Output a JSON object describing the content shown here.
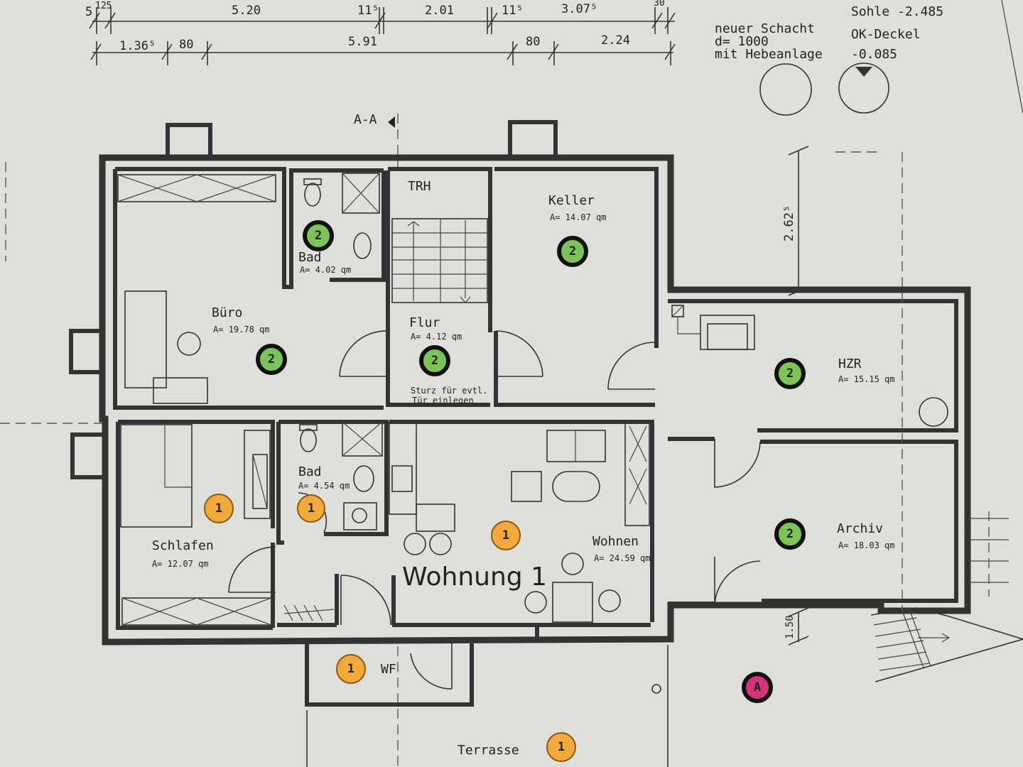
{
  "dimensions": {
    "top_row": [
      {
        "label": "5"
      },
      {
        "label": "125"
      },
      {
        "label": "5.20"
      },
      {
        "label": "11⁵"
      },
      {
        "label": "2.01"
      },
      {
        "label": "11⁵"
      },
      {
        "label": "3.07⁵"
      },
      {
        "label": "30"
      }
    ],
    "second_row": [
      {
        "label": "1.36⁵"
      },
      {
        "label": "80"
      },
      {
        "label": "5.91"
      },
      {
        "label": "80"
      },
      {
        "label": "2.24"
      }
    ],
    "right_vertical": "2.62⁵",
    "bottom_vertical": "1.50"
  },
  "shaft_note": {
    "line1": "neuer Schacht",
    "line2": "d= 1000",
    "line3": "mit Hebeanlage"
  },
  "level_note": {
    "line1": "Sohle -2.485",
    "line2": "OK-Deckel",
    "line3": "-0.085"
  },
  "section_marker": "A-A",
  "apartment_label": "Wohnung 1",
  "rooms": [
    {
      "name": "Büro",
      "area": "A= 19.78 qm"
    },
    {
      "name": "Bad",
      "area": "A= 4.02 qm"
    },
    {
      "name": "TRH"
    },
    {
      "name": "Keller",
      "area": "A= 14.07 qm"
    },
    {
      "name": "Flur",
      "area": "A= 4.12 qm"
    },
    {
      "name": "HZR",
      "area": "A= 15.15 qm"
    },
    {
      "name": "Schlafen",
      "area": "A= 12.07 qm"
    },
    {
      "name": "Bad",
      "area": "A= 4.54 qm"
    },
    {
      "name": "Wohnen",
      "area": "A= 24.59 qm"
    },
    {
      "name": "Archiv",
      "area": "A= 18.03 qm"
    },
    {
      "name": "WF"
    },
    {
      "name": "Terrasse"
    }
  ],
  "flur_note": {
    "line1": "Sturz für evtl.",
    "line2": "Tür einlegen"
  },
  "markers": [
    {
      "label": "2",
      "kind": "green"
    },
    {
      "label": "2",
      "kind": "green"
    },
    {
      "label": "2",
      "kind": "green"
    },
    {
      "label": "2",
      "kind": "green"
    },
    {
      "label": "2",
      "kind": "green"
    },
    {
      "label": "2",
      "kind": "green"
    },
    {
      "label": "1",
      "kind": "orange"
    },
    {
      "label": "1",
      "kind": "orange"
    },
    {
      "label": "1",
      "kind": "orange"
    },
    {
      "label": "1",
      "kind": "orange"
    },
    {
      "label": "1",
      "kind": "orange"
    },
    {
      "label": "A",
      "kind": "magenta"
    }
  ],
  "colors": {
    "paper": "#dedfdb",
    "ink": "#333333",
    "green_mark": "#7cc35a",
    "orange_mark": "#f2a93b",
    "magenta_mark": "#d6337a"
  }
}
